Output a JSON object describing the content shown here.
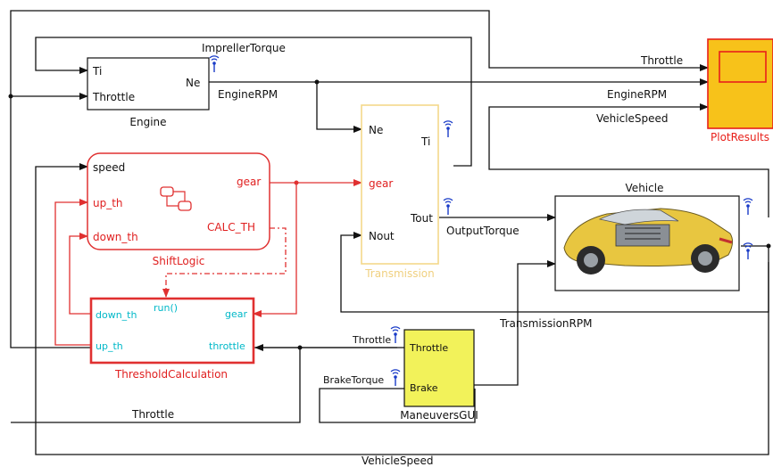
{
  "blocks": {
    "engine": {
      "title": "Engine",
      "in_ports": [
        "Ti",
        "Throttle"
      ],
      "out_ports": [
        "Ne"
      ]
    },
    "shift_logic": {
      "title": "ShiftLogic",
      "in_ports": [
        "speed",
        "up_th",
        "down_th"
      ],
      "out_ports": [
        "gear",
        "CALC_TH"
      ]
    },
    "threshold": {
      "title": "ThresholdCalculation",
      "in_ports": [
        "down_th",
        "up_th"
      ],
      "trigger": "run()",
      "out_ports": [
        "gear",
        "throttle"
      ]
    },
    "transmission": {
      "title": "Transmission",
      "in_ports": [
        "Ne",
        "gear",
        "Nout"
      ],
      "out_ports": [
        "Ti",
        "Tout"
      ]
    },
    "vehicle": {
      "title": "Vehicle"
    },
    "plot": {
      "title": "PlotResults"
    },
    "maneuvers": {
      "title": "ManeuversGUI",
      "out_ports": [
        "Throttle",
        "Brake"
      ]
    }
  },
  "signals": {
    "impeller_torque": "ImprellerTorque",
    "engine_rpm": "EngineRPM",
    "output_torque": "OutputTorque",
    "transmission_rpm": "TransmissionRPM",
    "throttle_bottom": "Throttle",
    "vehicle_speed": "VehicleSpeed",
    "plot_throttle": "Throttle",
    "plot_engine_rpm": "EngineRPM",
    "plot_vehicle_speed": "VehicleSpeed",
    "gui_throttle": "Throttle",
    "gui_brake_torque": "BrakeTorque"
  },
  "colors": {
    "stateflow": "#e03030",
    "transmission_border": "#f3d98a",
    "plot_fill": "#f7c21a",
    "plot_border": "#e8201a",
    "gui_fill": "#f2f25a",
    "function_port": "#00b8c8",
    "signal_icon": "#1a3cc8"
  },
  "icons": [
    "stateflow-chart-icon",
    "signal-logging-icon",
    "vehicle-cutaway-image"
  ]
}
